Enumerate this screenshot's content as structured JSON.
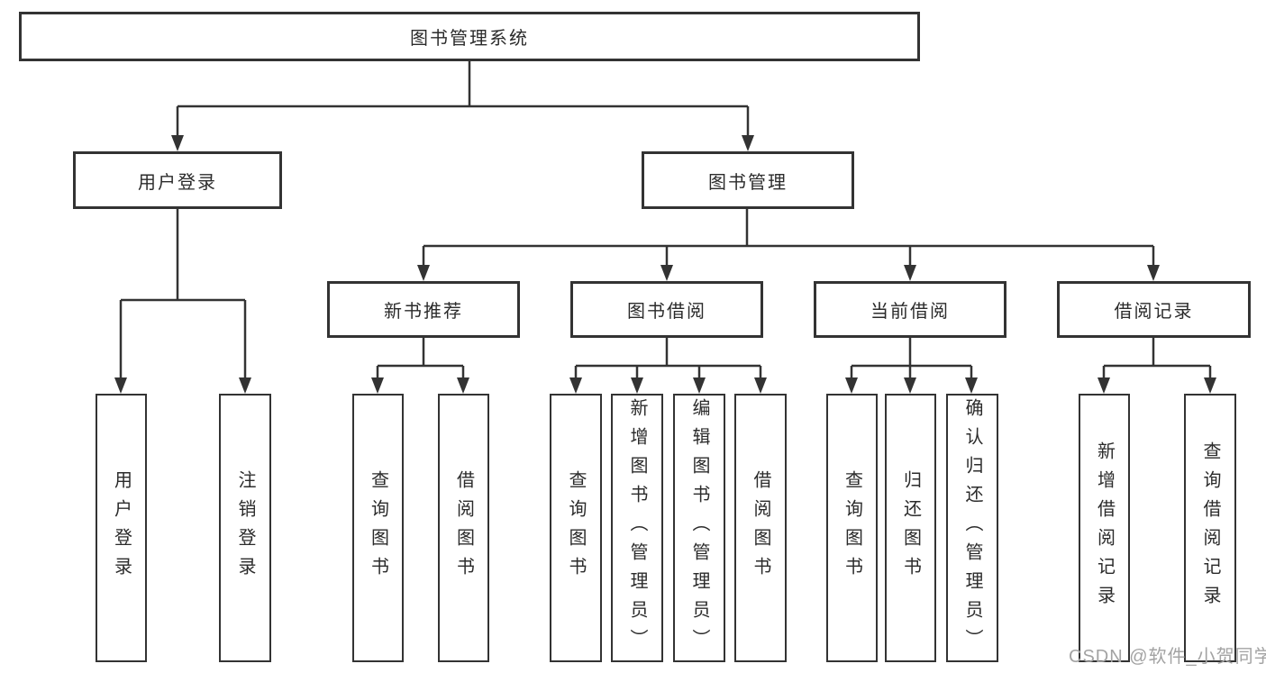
{
  "diagram_title": "图书管理系统",
  "tree": {
    "root": {
      "label": "图书管理系统"
    },
    "branches": [
      {
        "label": "用户登录",
        "children": [
          {
            "label": "用户登录"
          },
          {
            "label": "注销登录"
          }
        ]
      },
      {
        "label": "图书管理",
        "children": [
          {
            "label": "新书推荐",
            "children": [
              {
                "label": "查询图书"
              },
              {
                "label": "借阅图书"
              }
            ]
          },
          {
            "label": "图书借阅",
            "children": [
              {
                "label": "查询图书"
              },
              {
                "label": "新增图书（管理员）"
              },
              {
                "label": "编辑图书（管理员）"
              },
              {
                "label": "借阅图书"
              }
            ]
          },
          {
            "label": "当前借阅",
            "children": [
              {
                "label": "查询图书"
              },
              {
                "label": "归还图书"
              },
              {
                "label": "确认归还（管理员）"
              }
            ]
          },
          {
            "label": "借阅记录",
            "children": [
              {
                "label": "新增借阅记录"
              },
              {
                "label": "查询借阅记录"
              }
            ]
          }
        ]
      }
    ]
  },
  "watermark": "CSDN @软件_小贺同学",
  "colors": {
    "line": "#333333",
    "box_background": "#ffffff",
    "text": "#2b2b2b",
    "watermark": "#a3a3a3"
  }
}
